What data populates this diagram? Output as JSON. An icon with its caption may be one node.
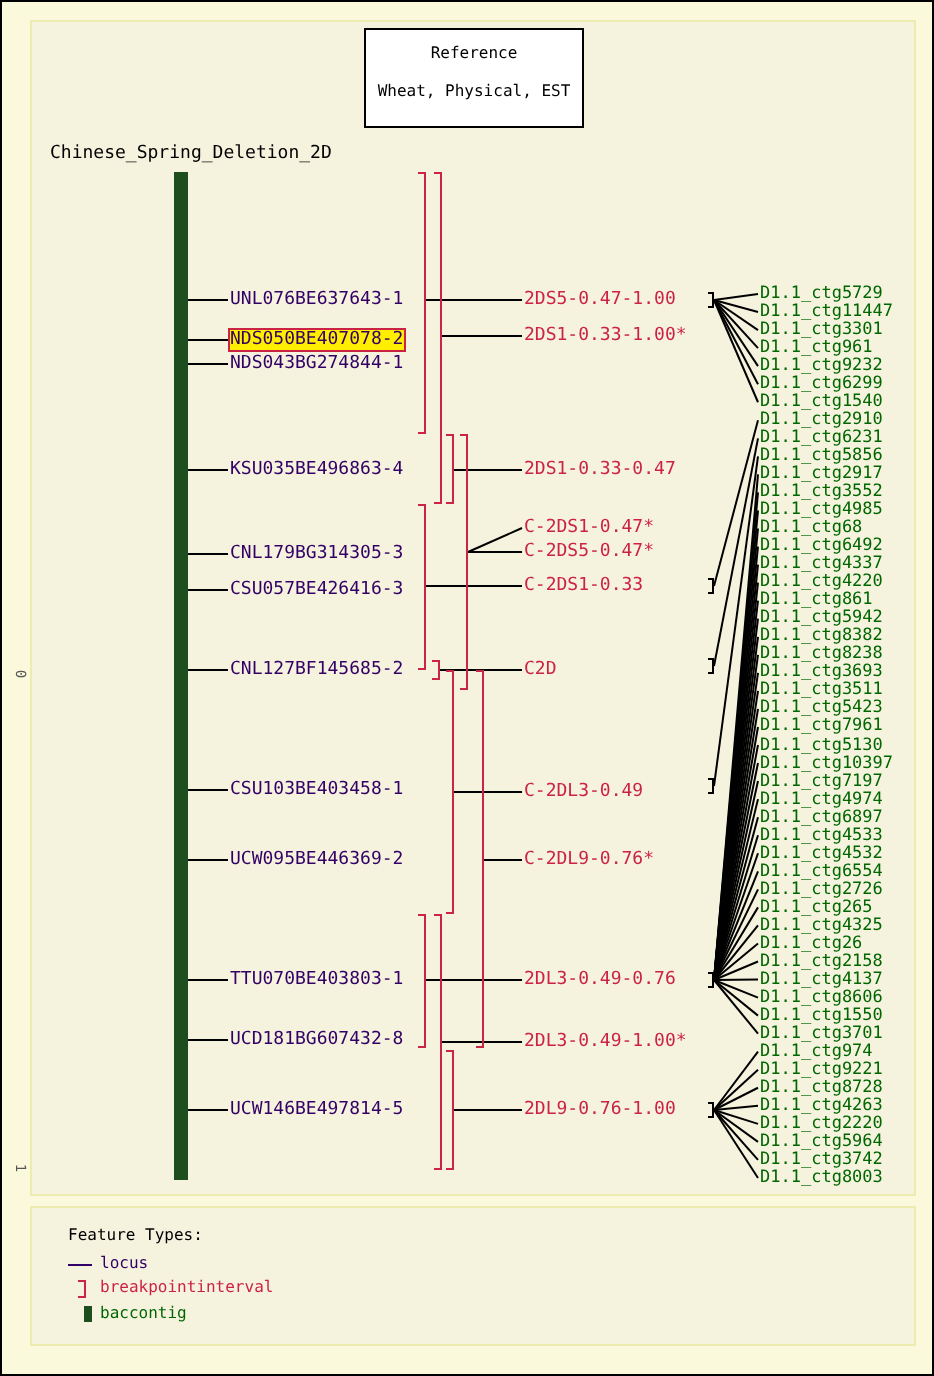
{
  "diagram": {
    "nodes": [
      {
        "text": [
          "Reference",
          "Wheat, Physical, EST"
        ]
      },
      {
        "text": [],
        "shape": "bar"
      },
      {
        "text": [
          "UNL076BE637643-1"
        ]
      },
      {
        "text": [
          "NDS050BE407078-2"
        ]
      },
      {
        "text": [
          "NDS043BG274844-1"
        ]
      },
      {
        "text": [
          "KSU035BE496863-4"
        ]
      },
      {
        "text": [
          "CNL179BG314305-3"
        ]
      },
      {
        "text": [
          "CSU057BE426416-3"
        ]
      },
      {
        "text": [
          "CNL127BF145685-2"
        ]
      },
      {
        "text": [
          "CSU103BE403458-1"
        ]
      },
      {
        "text": [
          "UCW095BE446369-2"
        ]
      },
      {
        "text": [
          "TTU070BE403803-1"
        ]
      },
      {
        "text": [
          "UCD181BG607432-8"
        ]
      },
      {
        "text": [
          "UCW146BE497814-5"
        ]
      },
      {
        "text": [],
        "shape": "bracket"
      },
      {
        "text": [],
        "shape": "bracket"
      },
      {
        "text": [],
        "shape": "bracket"
      },
      {
        "text": [],
        "shape": "bracket"
      },
      {
        "text": [],
        "shape": "bracket"
      },
      {
        "text": [],
        "shape": "bracket"
      },
      {
        "text": [],
        "shape": "bracket"
      },
      {
        "text": [],
        "shape": "bracket"
      },
      {
        "text": [],
        "shape": "bracket"
      },
      {
        "text": [],
        "shape": "bracket"
      },
      {
        "text": [],
        "shape": "bracket"
      },
      {
        "text": [
          "2DS5-0.47-1.00"
        ]
      },
      {
        "text": [
          "2DS1-0.33-1.00*"
        ]
      },
      {
        "text": [
          "2DS1-0.33-0.47"
        ]
      },
      {
        "text": [
          "C-2DS1-0.47*"
        ]
      },
      {
        "text": [
          "C-2DS5-0.47*"
        ]
      },
      {
        "text": [
          "C-2DS1-0.33"
        ]
      },
      {
        "text": [
          "C2D"
        ]
      },
      {
        "text": [
          "C-2DL3-0.49"
        ]
      },
      {
        "text": [
          "C-2DL9-0.76*"
        ]
      },
      {
        "text": [
          "2DL3-0.49-0.76"
        ]
      },
      {
        "text": [
          "2DL3-0.49-1.00*"
        ]
      },
      {
        "text": [
          "2DL9-0.76-1.00"
        ]
      },
      {
        "text": [],
        "shape": "bracket"
      },
      {
        "text": [],
        "shape": "bracket"
      },
      {
        "text": [],
        "shape": "bracket"
      },
      {
        "text": [],
        "shape": "bracket"
      },
      {
        "text": [],
        "shape": "bracket"
      },
      {
        "text": [],
        "shape": "bracket"
      },
      {
        "text": [
          "D1.1_ctg5729"
        ]
      },
      {
        "text": [
          "D1.1_ctg11447"
        ]
      },
      {
        "text": [
          "D1.1_ctg3301"
        ]
      },
      {
        "text": [
          "D1.1_ctg961"
        ]
      },
      {
        "text": [
          "D1.1_ctg9232"
        ]
      },
      {
        "text": [
          "D1.1_ctg6299"
        ]
      },
      {
        "text": [
          "D1.1_ctg1540"
        ]
      },
      {
        "text": [
          "D1.1_ctg2910"
        ]
      },
      {
        "text": [
          "D1.1_ctg6231"
        ]
      },
      {
        "text": [
          "D1.1_ctg5856"
        ]
      },
      {
        "text": [
          "D1.1_ctg2917"
        ]
      },
      {
        "text": [
          "D1.1_ctg3552"
        ]
      },
      {
        "text": [
          "D1.1_ctg4985"
        ]
      },
      {
        "text": [
          "D1.1_ctg68"
        ]
      },
      {
        "text": [
          "D1.1_ctg6492"
        ]
      },
      {
        "text": [
          "D1.1_ctg4337"
        ]
      },
      {
        "text": [
          "D1.1_ctg4220"
        ]
      },
      {
        "text": [
          "D1.1_ctg861"
        ]
      },
      {
        "text": [
          "D1.1_ctg5942"
        ]
      },
      {
        "text": [
          "D1.1_ctg8382"
        ]
      },
      {
        "text": [
          "D1.1_ctg8238"
        ]
      },
      {
        "text": [
          "D1.1_ctg3693"
        ]
      },
      {
        "text": [
          "D1.1_ctg3511"
        ]
      },
      {
        "text": [
          "D1.1_ctg5423"
        ]
      },
      {
        "text": [
          "D1.1_ctg7961"
        ]
      },
      {
        "text": [
          "D1.1_ctg5130"
        ]
      },
      {
        "text": [
          "D1.1_ctg10397"
        ]
      },
      {
        "text": [
          "D1.1_ctg7197"
        ]
      },
      {
        "text": [
          "D1.1_ctg4974"
        ]
      },
      {
        "text": [
          "D1.1_ctg6897"
        ]
      },
      {
        "text": [
          "D1.1_ctg4533"
        ]
      },
      {
        "text": [
          "D1.1_ctg4532"
        ]
      },
      {
        "text": [
          "D1.1_ctg6554"
        ]
      },
      {
        "text": [
          "D1.1_ctg2726"
        ]
      },
      {
        "text": [
          "D1.1_ctg265"
        ]
      },
      {
        "text": [
          "D1.1_ctg4325"
        ]
      },
      {
        "text": [
          "D1.1_ctg26"
        ]
      },
      {
        "text": [
          "D1.1_ctg2158"
        ]
      },
      {
        "text": [
          "D1.1_ctg4137"
        ]
      },
      {
        "text": [
          "D1.1_ctg8606"
        ]
      },
      {
        "text": [
          "D1.1_ctg1550"
        ]
      },
      {
        "text": [
          "D1.1_ctg3701"
        ]
      },
      {
        "text": [
          "D1.1_ctg974"
        ]
      },
      {
        "text": [
          "D1.1_ctg9221"
        ]
      },
      {
        "text": [
          "D1.1_ctg8728"
        ]
      },
      {
        "text": [
          "D1.1_ctg4263"
        ]
      },
      {
        "text": [
          "D1.1_ctg2220"
        ]
      },
      {
        "text": [
          "D1.1_ctg5964"
        ]
      },
      {
        "text": [
          "D1.1_ctg3742"
        ]
      },
      {
        "text": [
          "D1.1_ctg8003"
        ]
      }
    ],
    "edges": [
      {
        "from": 1,
        "to": 2,
        "arrow": "none"
      },
      {
        "from": 1,
        "to": 3,
        "arrow": "none"
      },
      {
        "from": 1,
        "to": 4,
        "arrow": "none"
      },
      {
        "from": 1,
        "to": 5,
        "arrow": "none"
      },
      {
        "from": 1,
        "to": 6,
        "arrow": "none"
      },
      {
        "from": 1,
        "to": 7,
        "arrow": "none"
      },
      {
        "from": 1,
        "to": 8,
        "arrow": "none"
      },
      {
        "from": 1,
        "to": 9,
        "arrow": "none"
      },
      {
        "from": 1,
        "to": 10,
        "arrow": "none"
      },
      {
        "from": 1,
        "to": 11,
        "arrow": "none"
      },
      {
        "from": 1,
        "to": 12,
        "arrow": "none"
      },
      {
        "from": 1,
        "to": 13,
        "arrow": "none"
      },
      {
        "from": 14,
        "to": 25,
        "arrow": "none"
      },
      {
        "from": 15,
        "to": 26,
        "arrow": "none"
      },
      {
        "from": 16,
        "to": 27,
        "arrow": "none"
      },
      {
        "from": 17,
        "to": 28,
        "arrow": "none"
      },
      {
        "from": 17,
        "to": 29,
        "arrow": "none"
      },
      {
        "from": 18,
        "to": 30,
        "arrow": "none"
      },
      {
        "from": 19,
        "to": 31,
        "arrow": "none"
      },
      {
        "from": 20,
        "to": 32,
        "arrow": "none"
      },
      {
        "from": 21,
        "to": 33,
        "arrow": "none"
      },
      {
        "from": 22,
        "to": 34,
        "arrow": "none"
      },
      {
        "from": 23,
        "to": 35,
        "arrow": "none"
      },
      {
        "from": 24,
        "to": 36,
        "arrow": "none"
      },
      {
        "from": 37,
        "to": 43,
        "arrow": "none"
      },
      {
        "from": 37,
        "to": 44,
        "arrow": "none"
      },
      {
        "from": 37,
        "to": 45,
        "arrow": "none"
      },
      {
        "from": 37,
        "to": 46,
        "arrow": "none"
      },
      {
        "from": 37,
        "to": 47,
        "arrow": "none"
      },
      {
        "from": 37,
        "to": 48,
        "arrow": "none"
      },
      {
        "from": 37,
        "to": 49,
        "arrow": "none"
      },
      {
        "from": 38,
        "to": 50,
        "arrow": "none"
      },
      {
        "from": 39,
        "to": 51,
        "arrow": "none"
      },
      {
        "from": 40,
        "to": 52,
        "arrow": "none"
      },
      {
        "from": 41,
        "to": 53,
        "arrow": "none"
      },
      {
        "from": 41,
        "to": 54,
        "arrow": "none"
      },
      {
        "from": 41,
        "to": 55,
        "arrow": "none"
      },
      {
        "from": 41,
        "to": 56,
        "arrow": "none"
      },
      {
        "from": 41,
        "to": 57,
        "arrow": "none"
      },
      {
        "from": 41,
        "to": 58,
        "arrow": "none"
      },
      {
        "from": 41,
        "to": 59,
        "arrow": "none"
      },
      {
        "from": 41,
        "to": 60,
        "arrow": "none"
      },
      {
        "from": 41,
        "to": 61,
        "arrow": "none"
      },
      {
        "from": 41,
        "to": 62,
        "arrow": "none"
      },
      {
        "from": 41,
        "to": 63,
        "arrow": "none"
      },
      {
        "from": 41,
        "to": 64,
        "arrow": "none"
      },
      {
        "from": 41,
        "to": 65,
        "arrow": "none"
      },
      {
        "from": 41,
        "to": 66,
        "arrow": "none"
      },
      {
        "from": 41,
        "to": 67,
        "arrow": "none"
      },
      {
        "from": 41,
        "to": 68,
        "arrow": "none"
      },
      {
        "from": 41,
        "to": 69,
        "arrow": "none"
      },
      {
        "from": 41,
        "to": 70,
        "arrow": "none"
      },
      {
        "from": 41,
        "to": 71,
        "arrow": "none"
      },
      {
        "from": 41,
        "to": 72,
        "arrow": "none"
      },
      {
        "from": 41,
        "to": 73,
        "arrow": "none"
      },
      {
        "from": 41,
        "to": 74,
        "arrow": "none"
      },
      {
        "from": 41,
        "to": 75,
        "arrow": "none"
      },
      {
        "from": 41,
        "to": 76,
        "arrow": "none"
      },
      {
        "from": 41,
        "to": 77,
        "arrow": "none"
      },
      {
        "from": 41,
        "to": 78,
        "arrow": "none"
      },
      {
        "from": 41,
        "to": 79,
        "arrow": "none"
      },
      {
        "from": 41,
        "to": 80,
        "arrow": "none"
      },
      {
        "from": 41,
        "to": 81,
        "arrow": "none"
      },
      {
        "from": 41,
        "to": 82,
        "arrow": "none"
      },
      {
        "from": 41,
        "to": 83,
        "arrow": "none"
      },
      {
        "from": 41,
        "to": 84,
        "arrow": "none"
      },
      {
        "from": 42,
        "to": 85,
        "arrow": "none"
      },
      {
        "from": 42,
        "to": 86,
        "arrow": "none"
      },
      {
        "from": 42,
        "to": 87,
        "arrow": "none"
      },
      {
        "from": 42,
        "to": 88,
        "arrow": "none"
      },
      {
        "from": 42,
        "to": 89,
        "arrow": "none"
      },
      {
        "from": 42,
        "to": 90,
        "arrow": "none"
      },
      {
        "from": 42,
        "to": 91,
        "arrow": "none"
      },
      {
        "from": 42,
        "to": 92,
        "arrow": "none"
      }
    ],
    "labels": [
      "Chinese_Spring_Deletion_2D",
      "0",
      "1",
      "Feature Types:"
    ],
    "legend": [
      {
        "text": "locus"
      },
      {
        "text": "breakpointinterval"
      },
      {
        "text": "baccontig",
        "color": "#1e4d1e"
      }
    ]
  }
}
